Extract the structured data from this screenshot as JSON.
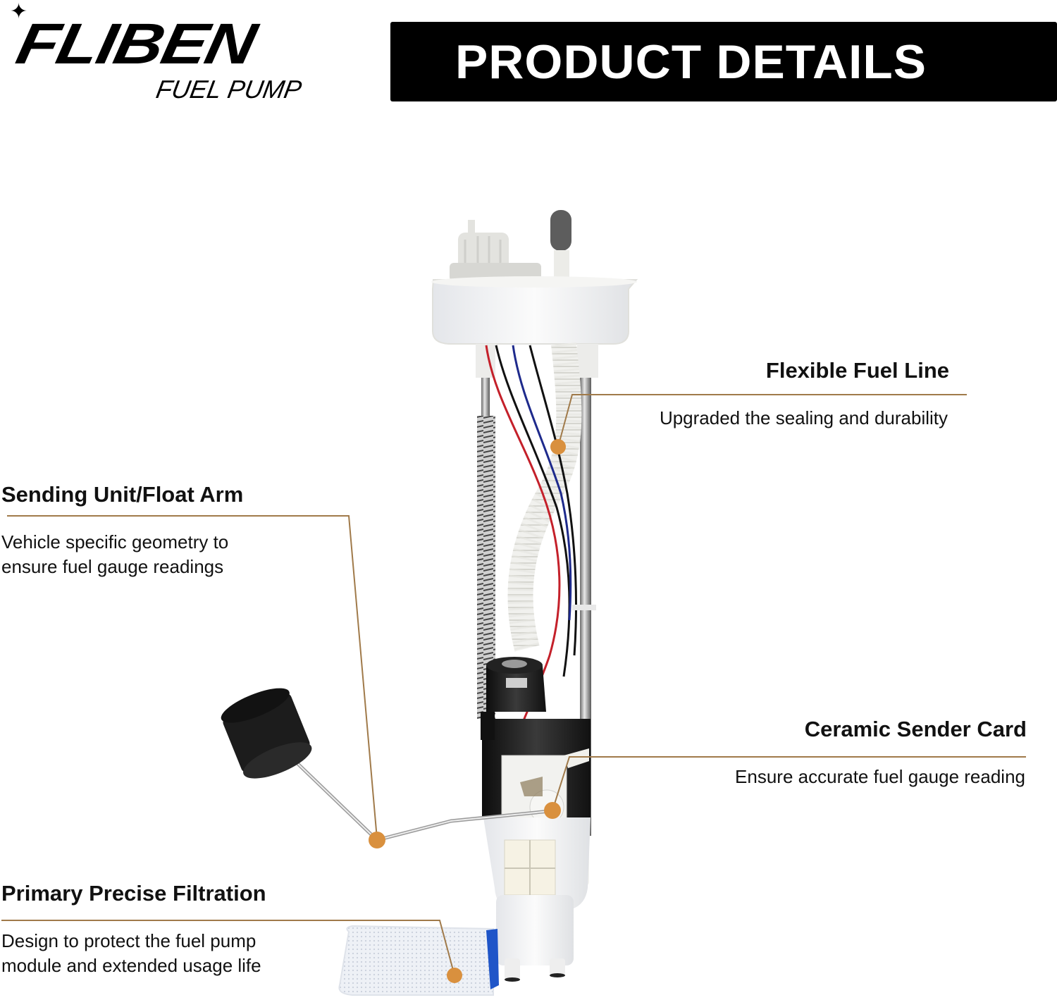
{
  "brand": {
    "star_icon": "four-point-star",
    "name": "FLIBEN",
    "subtitle": "FUEL PUMP"
  },
  "header": {
    "title": "PRODUCT DETAILS"
  },
  "colors": {
    "header_bg": "#000000",
    "header_text": "#ffffff",
    "callout_line": "#a07a4a",
    "callout_dot": "#d9903e"
  },
  "callouts": [
    {
      "id": "flexible-fuel-line",
      "title": "Flexible Fuel Line",
      "description": "Upgraded the sealing and durability"
    },
    {
      "id": "sending-unit",
      "title": "Sending Unit/Float Arm",
      "description_lines": [
        "Vehicle specific geometry to",
        "ensure fuel gauge readings"
      ]
    },
    {
      "id": "ceramic-sender-card",
      "title": "Ceramic Sender Card",
      "description": "Ensure accurate fuel gauge reading"
    },
    {
      "id": "primary-filtration",
      "title": "Primary Precise Filtration",
      "description_lines": [
        "Design to protect the fuel pump",
        "module and extended usage life"
      ]
    }
  ]
}
